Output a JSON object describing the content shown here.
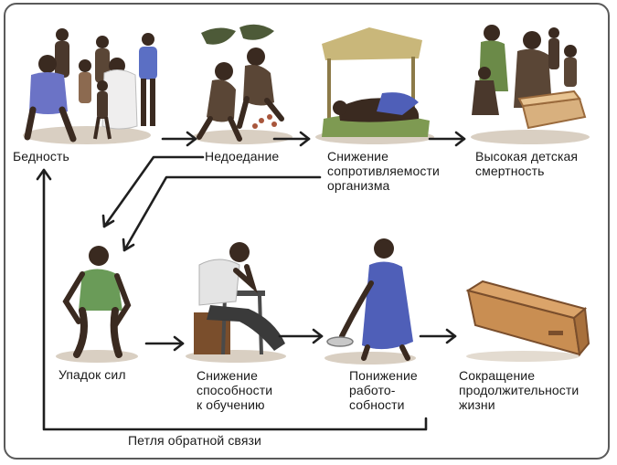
{
  "nodes": {
    "poverty": "Бедность",
    "malnutrition": "Недоедание",
    "low_resistance": "Снижение\nсопротивляемости\nорганизма",
    "child_mortality": "Высокая детская\nсмертность",
    "fatigue": "Упадок сил",
    "learning": "Снижение\nспособности\nк обучению",
    "work_capacity": "Понижение\nработо-\nсобности",
    "life_expectancy": "Сокращение\nпродолжительности\nжизни"
  },
  "feedback_loop_label": "Петля обратной связи"
}
